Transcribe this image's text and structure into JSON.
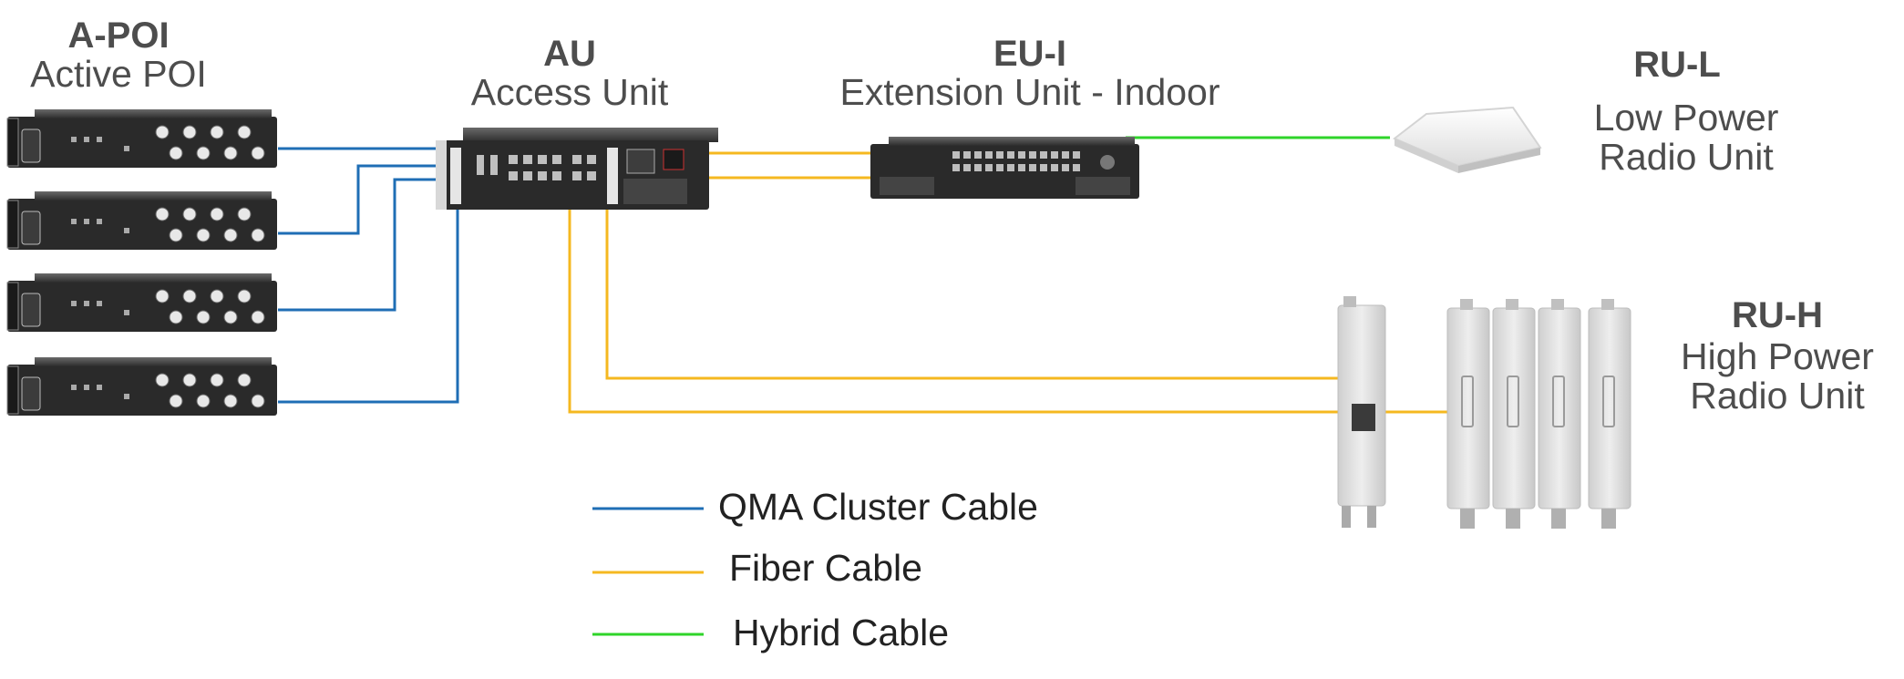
{
  "colors": {
    "qma": "#1f6eb5",
    "fiber": "#f5b820",
    "hybrid": "#2fd42a",
    "device_dark": "#262626",
    "unit_white": "#ececec"
  },
  "nodes": {
    "apoi": {
      "code": "A-POI",
      "name": "Active POI"
    },
    "au": {
      "code": "AU",
      "name": "Access Unit"
    },
    "eui": {
      "code": "EU-I",
      "name": "Extension Unit  - Indoor"
    },
    "rul": {
      "code": "RU-L",
      "name_line1": "Low Power",
      "name_line2": "Radio Unit"
    },
    "ruh": {
      "code": "RU-H",
      "name_line1": "High Power",
      "name_line2": "Radio Unit"
    }
  },
  "legend": [
    {
      "label": "QMA  Cluster  Cable",
      "color": "qma"
    },
    {
      "label": "Fiber Cable",
      "color": "fiber"
    },
    {
      "label": "Hybrid Cable",
      "color": "hybrid"
    }
  ]
}
